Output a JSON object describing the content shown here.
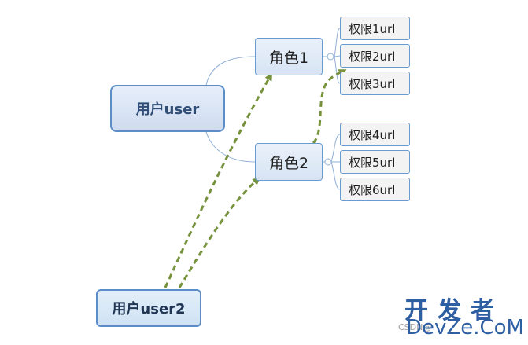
{
  "nodes": {
    "user_main": "用户user",
    "user2": "用户user2",
    "roles": [
      "角色1",
      "角色2"
    ],
    "permissions": [
      "权限1url",
      "权限2url",
      "权限3url",
      "权限4url",
      "权限5url",
      "权限6url"
    ]
  },
  "watermark": {
    "cn": "开发者",
    "en": "DevZe.CoM",
    "small": "CSDN@"
  },
  "colors": {
    "tree_line": "#8fb0d6",
    "dashed_arrow": "#76923c",
    "node_border": "#5b8ec9"
  }
}
